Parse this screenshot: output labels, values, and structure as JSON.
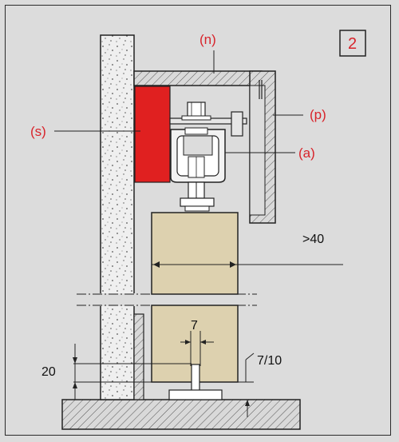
{
  "figure_number": "2",
  "labels": {
    "n": "(n)",
    "p": "(p)",
    "s": "(s)",
    "a": "(a)"
  },
  "dimensions": {
    "width_min": ">40",
    "gap_7": "7",
    "height_20": "20",
    "clearance": "7/10"
  },
  "colors": {
    "accent_red": "#d8232a",
    "door_wood": "#ddd1af",
    "wall_concrete": "#eeeeee",
    "background": "#dcdcdc"
  }
}
